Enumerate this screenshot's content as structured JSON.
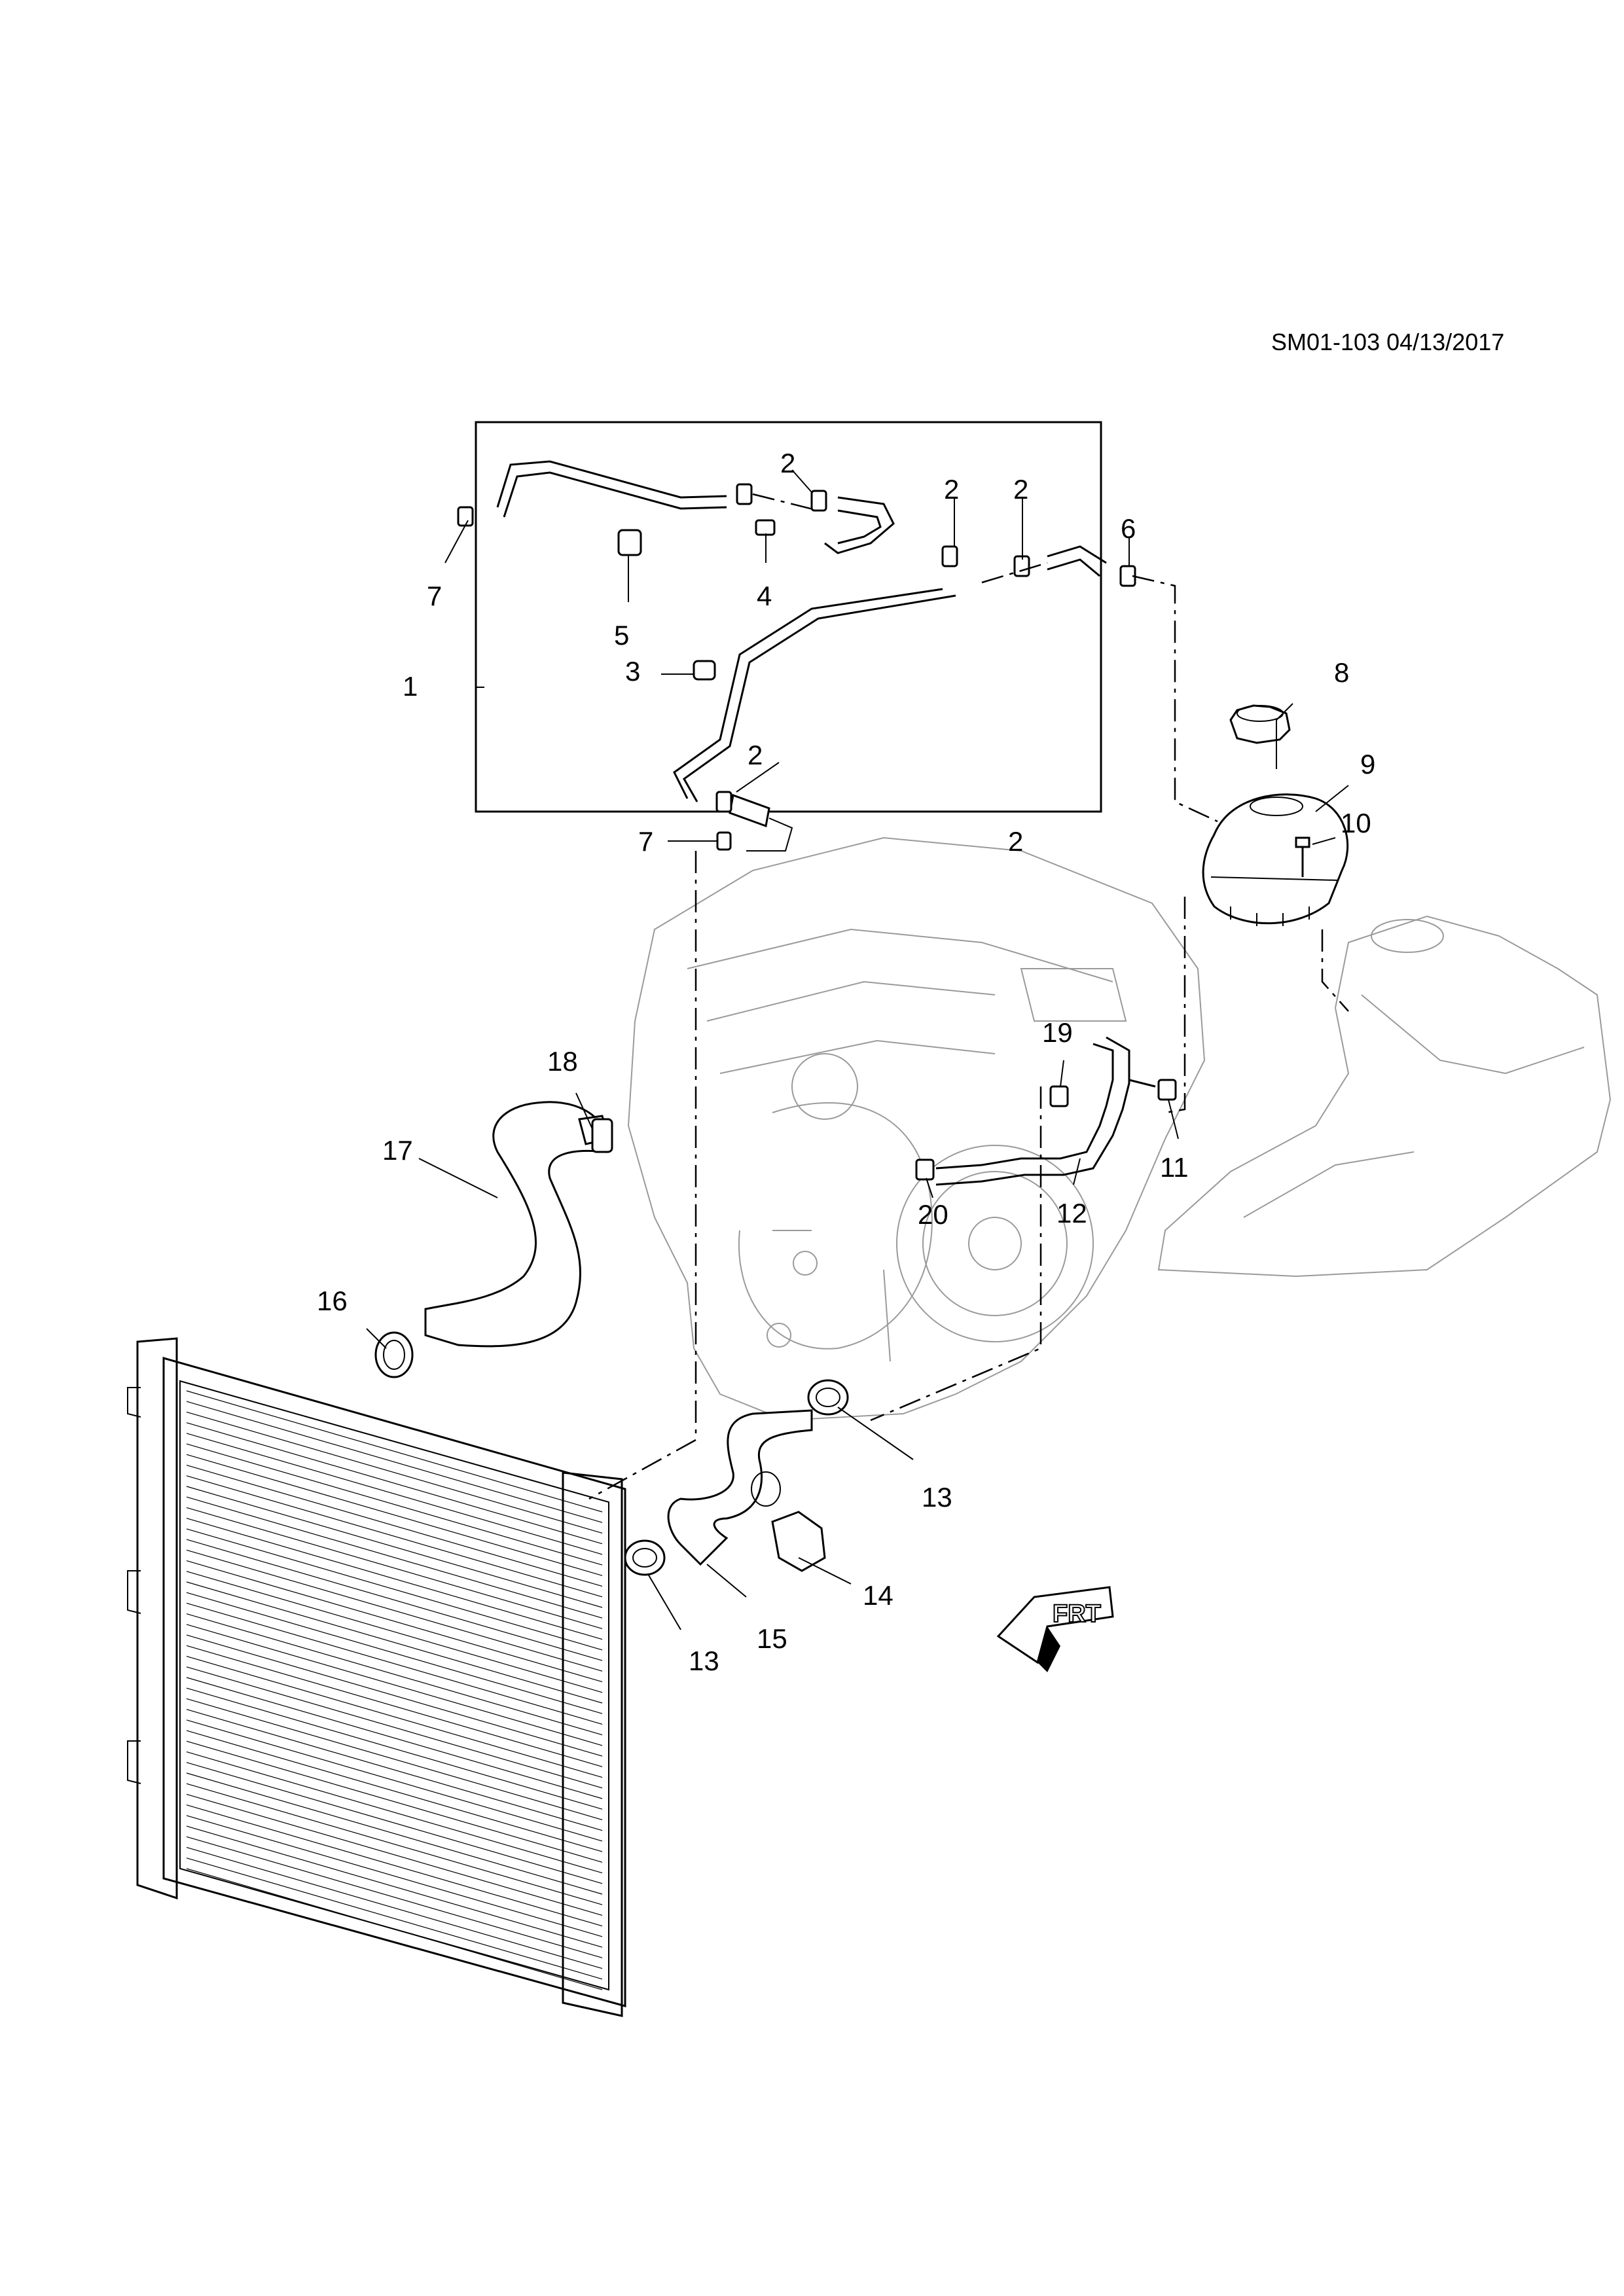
{
  "diagram_code": "SM01-103 04/13/2017",
  "callouts": [
    "1",
    "2",
    "2",
    "2",
    "2",
    "2",
    "3",
    "4",
    "5",
    "6",
    "7",
    "7",
    "8",
    "9",
    "10",
    "11",
    "12",
    "13",
    "13",
    "14",
    "15",
    "16",
    "17",
    "18",
    "19",
    "20"
  ],
  "front_arrow_label": "FRT",
  "colors": {
    "line": "#000000",
    "background": "#ffffff",
    "engine_shading": "#9a9a9a"
  }
}
